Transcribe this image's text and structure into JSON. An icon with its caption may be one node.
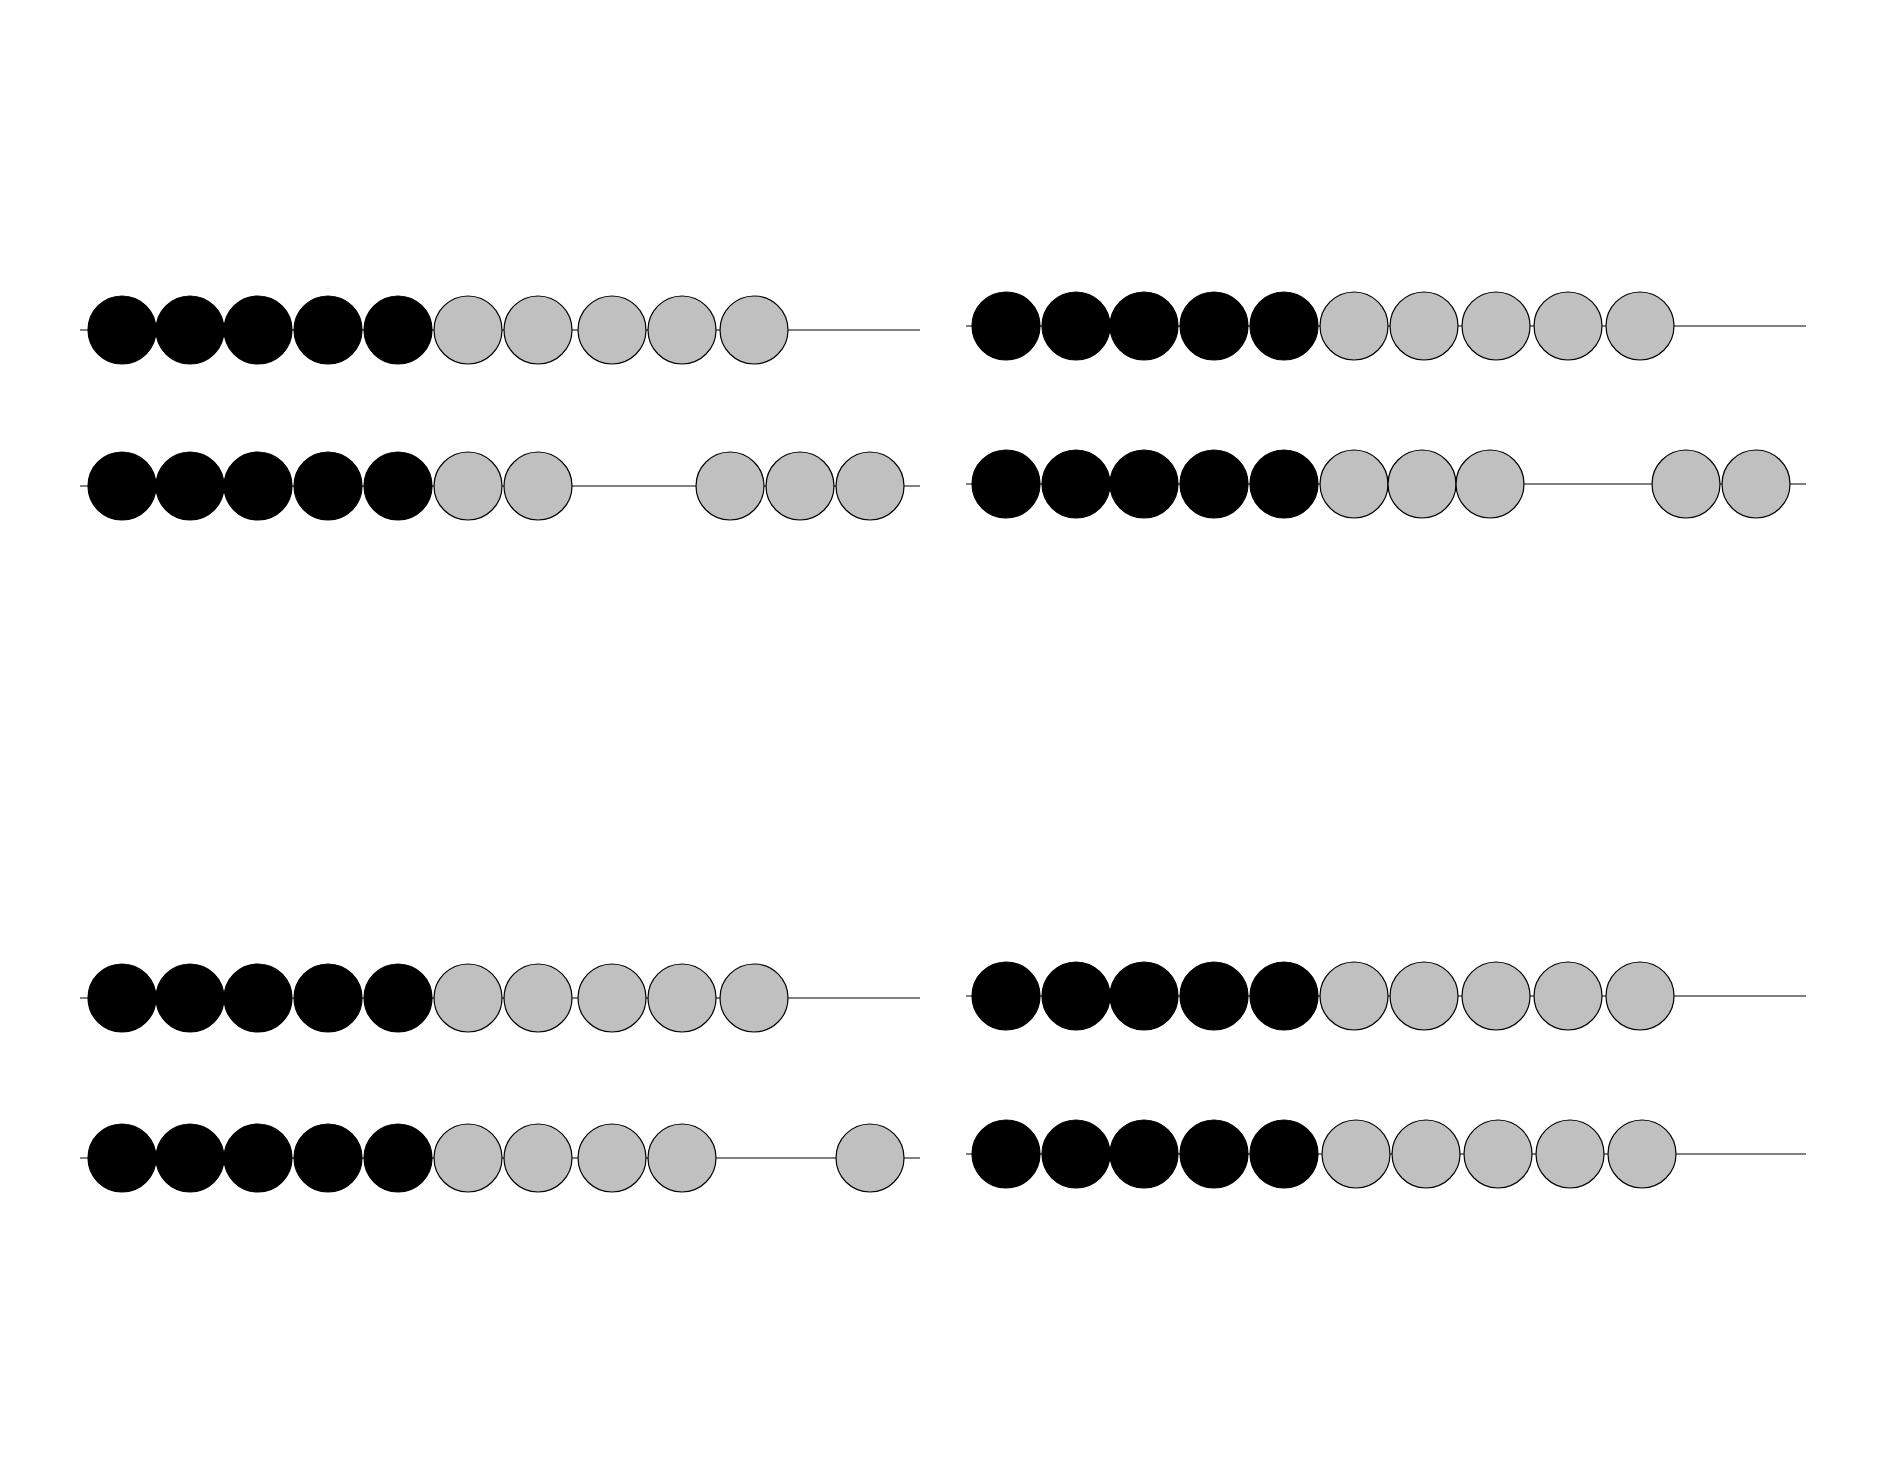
{
  "diagram": {
    "nodes": [
      {
        "text": [],
        "shape": "circle"
      },
      {
        "text": [],
        "shape": "circle"
      },
      {
        "text": [],
        "shape": "circle"
      },
      {
        "text": [],
        "shape": "circle"
      },
      {
        "text": [],
        "shape": "circle"
      },
      {
        "text": [],
        "shape": "circle"
      },
      {
        "text": [],
        "shape": "circle"
      },
      {
        "text": [],
        "shape": "circle"
      },
      {
        "text": [],
        "shape": "circle"
      },
      {
        "text": [],
        "shape": "circle"
      },
      {
        "text": [],
        "shape": "circle"
      },
      {
        "text": [],
        "shape": "circle"
      },
      {
        "text": [],
        "shape": "circle"
      },
      {
        "text": [],
        "shape": "circle"
      },
      {
        "text": [],
        "shape": "circle"
      },
      {
        "text": [],
        "shape": "circle"
      },
      {
        "text": [],
        "shape": "circle"
      },
      {
        "text": [],
        "shape": "circle"
      },
      {
        "text": [],
        "shape": "circle"
      },
      {
        "text": [],
        "shape": "circle"
      },
      {
        "text": [],
        "shape": "circle"
      },
      {
        "text": [],
        "shape": "circle"
      },
      {
        "text": [],
        "shape": "circle"
      },
      {
        "text": [],
        "shape": "circle"
      },
      {
        "text": [],
        "shape": "circle"
      },
      {
        "text": [],
        "shape": "circle"
      },
      {
        "text": [],
        "shape": "circle"
      },
      {
        "text": [],
        "shape": "circle"
      },
      {
        "text": [],
        "shape": "circle"
      },
      {
        "text": [],
        "shape": "circle"
      },
      {
        "text": [],
        "shape": "circle"
      },
      {
        "text": [],
        "shape": "circle"
      },
      {
        "text": [],
        "shape": "circle"
      },
      {
        "text": [],
        "shape": "circle"
      },
      {
        "text": [],
        "shape": "circle"
      },
      {
        "text": [],
        "shape": "circle"
      },
      {
        "text": [],
        "shape": "circle"
      },
      {
        "text": [],
        "shape": "circle"
      },
      {
        "text": [],
        "shape": "circle"
      },
      {
        "text": [],
        "shape": "circle"
      },
      {
        "text": [],
        "shape": "circle"
      },
      {
        "text": [],
        "shape": "circle"
      },
      {
        "text": [],
        "shape": "circle"
      },
      {
        "text": [],
        "shape": "circle"
      },
      {
        "text": [],
        "shape": "circle"
      },
      {
        "text": [],
        "shape": "circle"
      },
      {
        "text": [],
        "shape": "circle"
      },
      {
        "text": [],
        "shape": "circle"
      },
      {
        "text": [],
        "shape": "circle"
      },
      {
        "text": [],
        "shape": "circle"
      },
      {
        "text": [],
        "shape": "circle"
      },
      {
        "text": [],
        "shape": "circle"
      },
      {
        "text": [],
        "shape": "circle"
      },
      {
        "text": [],
        "shape": "circle"
      },
      {
        "text": [],
        "shape": "circle"
      },
      {
        "text": [],
        "shape": "circle"
      },
      {
        "text": [],
        "shape": "circle"
      },
      {
        "text": [],
        "shape": "circle"
      },
      {
        "text": [],
        "shape": "circle"
      },
      {
        "text": [],
        "shape": "circle"
      },
      {
        "text": [],
        "shape": "circle"
      },
      {
        "text": [],
        "shape": "circle"
      },
      {
        "text": [],
        "shape": "circle"
      },
      {
        "text": [],
        "shape": "circle"
      },
      {
        "text": [],
        "shape": "circle"
      },
      {
        "text": [],
        "shape": "circle"
      },
      {
        "text": [],
        "shape": "circle"
      },
      {
        "text": [],
        "shape": "circle"
      },
      {
        "text": [],
        "shape": "circle"
      },
      {
        "text": [],
        "shape": "circle"
      },
      {
        "text": [],
        "shape": "circle"
      },
      {
        "text": [],
        "shape": "circle"
      },
      {
        "text": [],
        "shape": "circle"
      },
      {
        "text": [],
        "shape": "circle"
      },
      {
        "text": [],
        "shape": "circle"
      },
      {
        "text": [],
        "shape": "circle"
      },
      {
        "text": [],
        "shape": "circle"
      },
      {
        "text": [],
        "shape": "circle"
      },
      {
        "text": [],
        "shape": "circle"
      },
      {
        "text": [],
        "shape": "circle"
      }
    ]
  }
}
